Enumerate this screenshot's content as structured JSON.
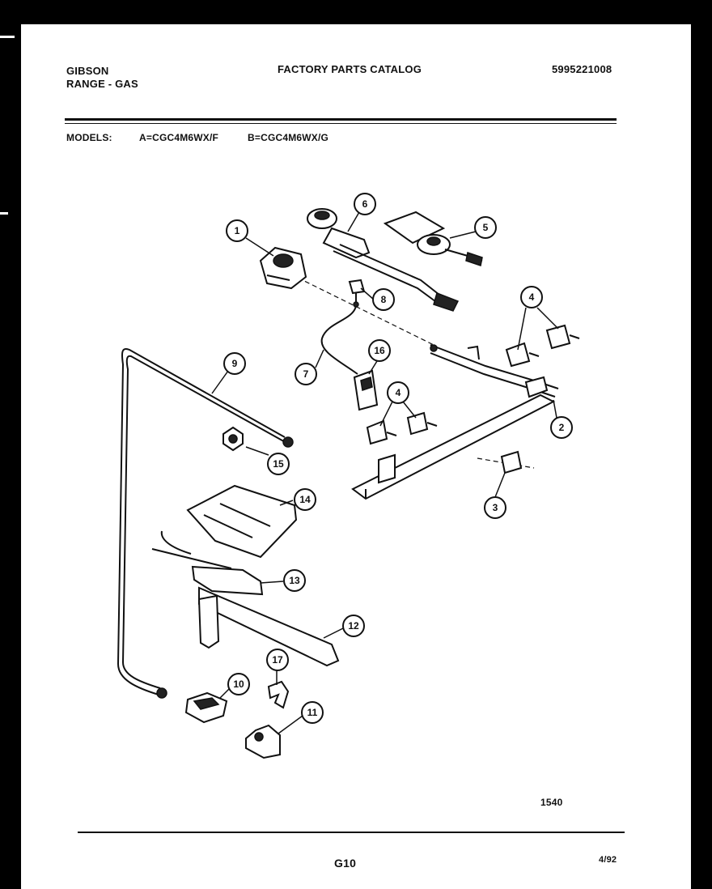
{
  "header": {
    "brand": "GIBSON",
    "product": "RANGE - GAS",
    "catalog_title": "FACTORY PARTS CATALOG",
    "catalog_number": "5995221008"
  },
  "models": {
    "label": "MODELS:",
    "model_a": "A=CGC4M6WX/F",
    "model_b": "B=CGC4M6WX/G"
  },
  "diagram": {
    "callouts": [
      "1",
      "2",
      "3",
      "4",
      "4",
      "5",
      "6",
      "7",
      "8",
      "9",
      "10",
      "11",
      "12",
      "13",
      "14",
      "15",
      "16",
      "17"
    ],
    "figure_number": "1540"
  },
  "footer": {
    "page": "G10",
    "date": "4/92"
  }
}
